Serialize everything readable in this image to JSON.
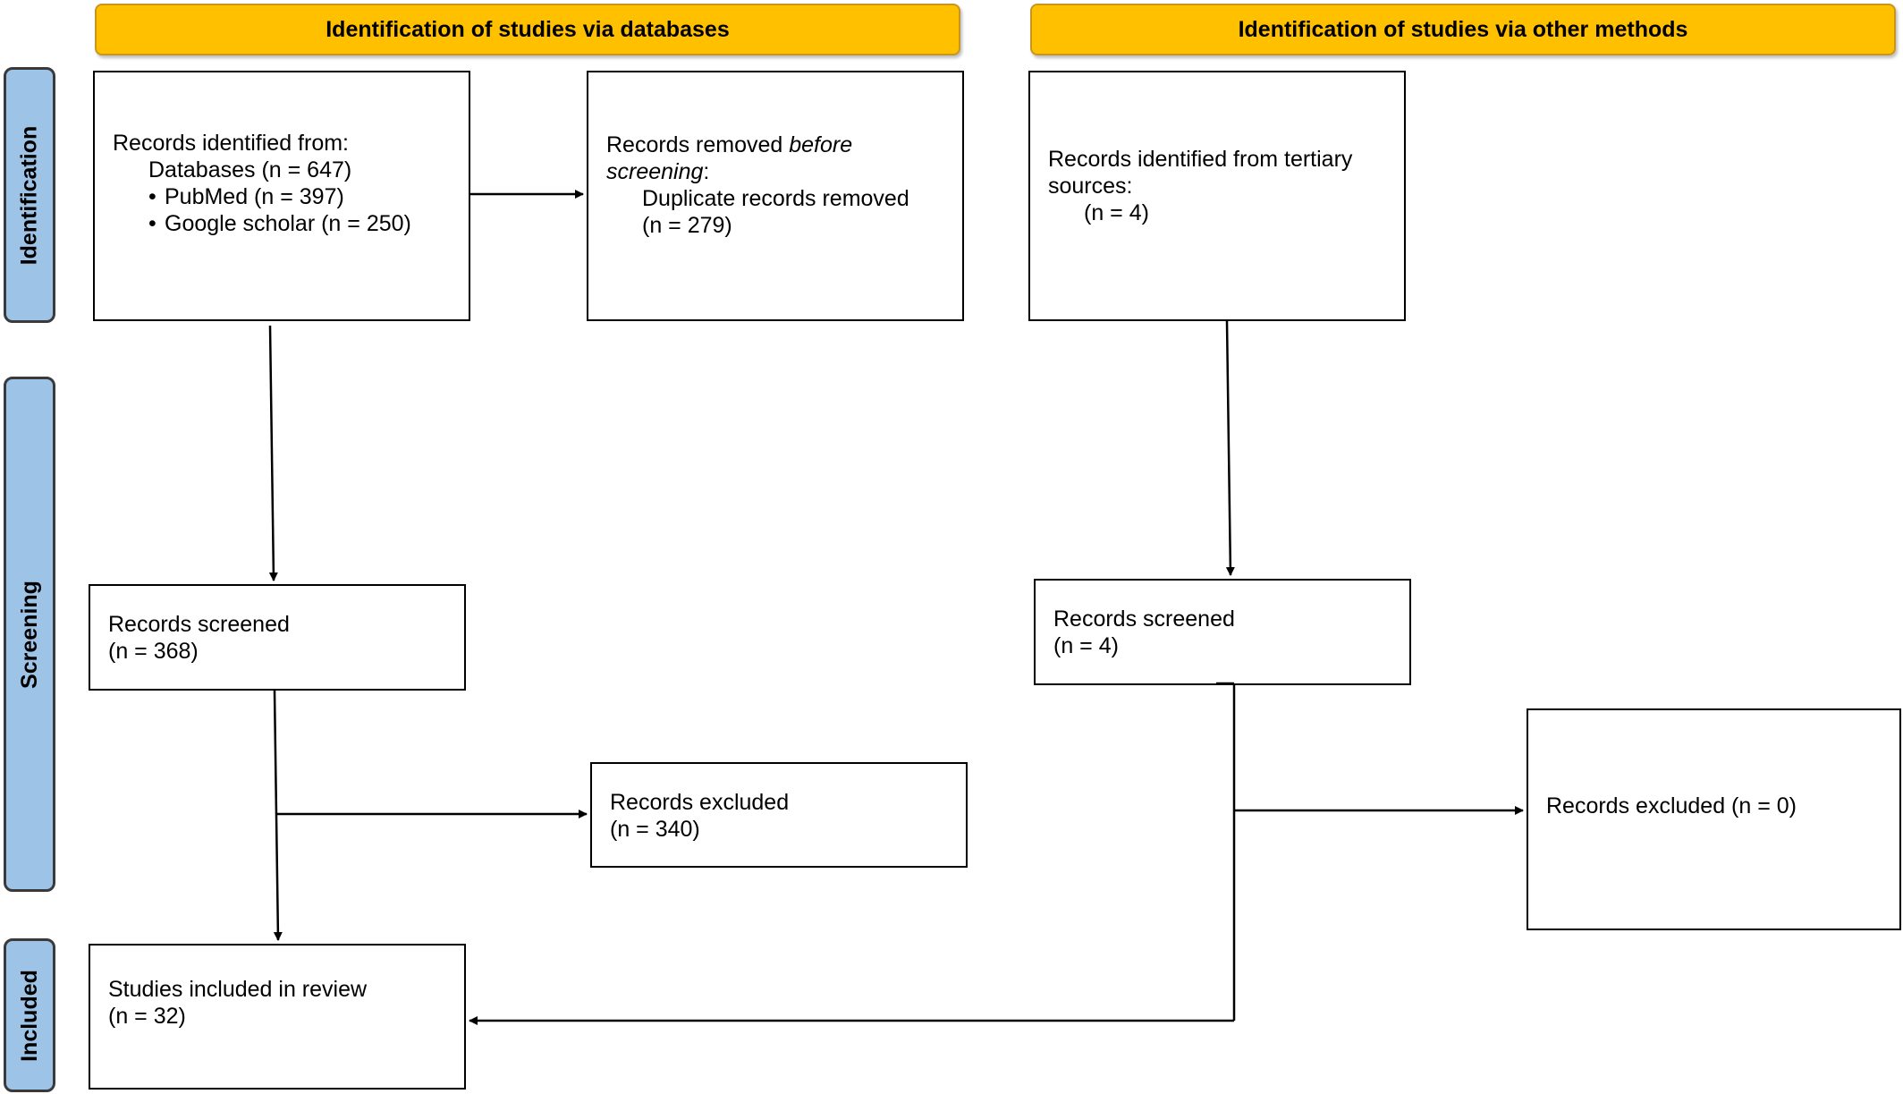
{
  "headers": {
    "databases": "Identification of studies via databases",
    "other_methods": "Identification of studies via other methods"
  },
  "phases": {
    "identification": "Identification",
    "screening": "Screening",
    "included": "Included"
  },
  "databases": {
    "records_identified": {
      "heading": "Records identified from:",
      "databases": "Databases (n = 647)",
      "items": [
        "PubMed (n = 397)",
        "Google scholar (n = 250)"
      ]
    },
    "records_removed": {
      "heading_prefix": "Records removed ",
      "heading_em": "before",
      "heading_em2": "screening",
      "heading_suffix": ":",
      "detail": "Duplicate records removed",
      "count": "(n = 279)"
    },
    "records_screened": {
      "label": "Records screened",
      "count": "(n = 368)"
    },
    "records_excluded": {
      "label": "Records excluded",
      "count": "(n = 340)"
    },
    "studies_included": {
      "label": "Studies included in review",
      "count": "(n = 32)"
    }
  },
  "other_methods": {
    "records_identified": {
      "line1": "Records identified from tertiary",
      "line2": "sources:",
      "count": "(n = 4)"
    },
    "records_screened": {
      "label": "Records screened",
      "count": "(n = 4)"
    },
    "records_excluded": {
      "label": "Records excluded (n = 0)"
    }
  }
}
